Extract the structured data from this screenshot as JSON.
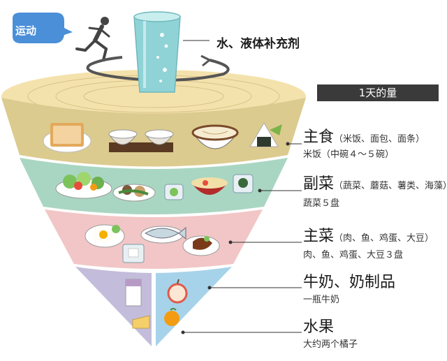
{
  "exercise_label": "运动",
  "water_label": "水、液体补充剂",
  "day_amount_label": "1天的量",
  "tiers": [
    {
      "title": "主食",
      "detail": "（米饭、面包、面条）",
      "amount": "米饭（中碗４～５碗）",
      "color": "#dccb8f"
    },
    {
      "title": "副菜",
      "detail": "（蔬菜、蘑菇、薯类、海藻）",
      "amount": "蔬菜５盘",
      "color": "#a9d6c2"
    },
    {
      "title": "主菜",
      "detail": "（肉、鱼、鸡蛋、大豆）",
      "amount": "肉、鱼、鸡蛋、大豆３盘",
      "color": "#f2c6c6"
    },
    {
      "title": "牛奶、奶制品",
      "detail": "",
      "amount": "一瓶牛奶",
      "color": "#c3bddb"
    },
    {
      "title": "水果",
      "detail": "",
      "amount": "大约两个橘子",
      "color": "#a7d3ea"
    }
  ],
  "colors": {
    "top_disc": "#f4e2ad",
    "accent_blue": "#4a8fd8",
    "water": "#8fd3d6"
  },
  "icons": [
    "runner-icon",
    "water-glass-icon",
    "rotate-arrow-icon",
    "bread-icon",
    "rice-bowl-icon",
    "noodle-bowl-icon",
    "onigiri-icon",
    "salad-icon",
    "vegetable-dish-icon",
    "soup-bowl-icon",
    "fried-egg-icon",
    "fish-plate-icon",
    "tofu-icon",
    "meat-dish-icon",
    "milk-glass-icon",
    "cheese-icon",
    "apple-icon",
    "orange-icon"
  ]
}
